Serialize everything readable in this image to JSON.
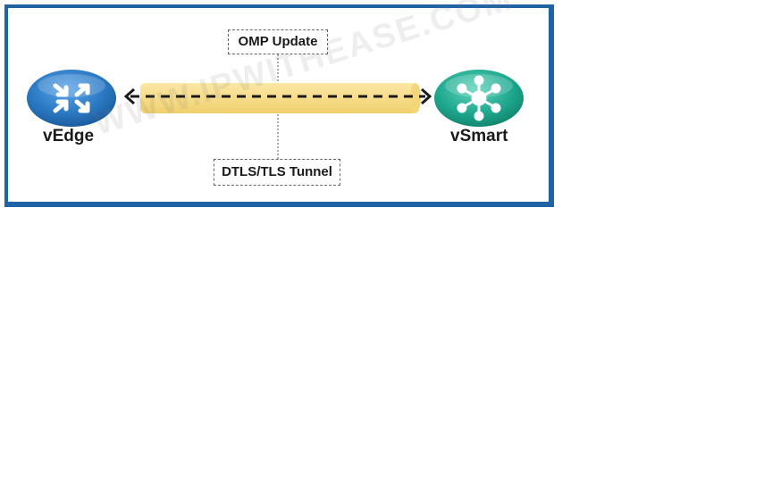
{
  "diagram": {
    "omp_label": "OMP Update",
    "tunnel_label": "DTLS/TLS Tunnel",
    "left_node": {
      "label": "vEdge",
      "icon": "router-icon",
      "color": "#2a78c2"
    },
    "right_node": {
      "label": "vSmart",
      "icon": "hub-icon",
      "color": "#1fa88f"
    },
    "tunnel_color": "#f7dc8a",
    "frame_color": "#1f63a6"
  },
  "watermark": "WWW.IPWITHEASE.COM"
}
